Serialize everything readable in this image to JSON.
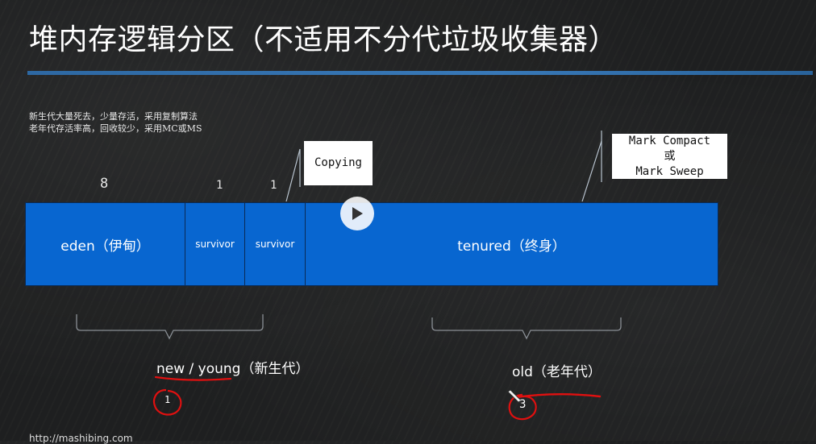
{
  "title": "堆内存逻辑分区（不适用不分代垃圾收集器）",
  "notes": [
    "新生代大量死去，少量存活，采用复制算法",
    "老年代存活率高，回收较少，采用MC或MS"
  ],
  "segments": {
    "eden": {
      "label": "eden（伊甸）",
      "ratio": "8"
    },
    "survivor1": {
      "label": "survivor",
      "ratio": "1"
    },
    "survivor2": {
      "label": "survivor",
      "ratio": "1"
    },
    "tenured": {
      "label": "tenured（终身）"
    }
  },
  "callouts": {
    "copying": "Copying",
    "mark_compact": [
      "Mark Compact",
      "或",
      "Mark Sweep"
    ]
  },
  "captions": {
    "young": "new / young（新生代）",
    "old": "old（老年代）"
  },
  "annotations": {
    "young_ratio": "1",
    "old_ratio": "3"
  },
  "footer_url": "http://mashibing.com",
  "colors": {
    "partition_blue": "#0866d0",
    "annotation_red": "#e01010",
    "title_rule_blue": "#3a82c8"
  },
  "icons": [
    "play-icon",
    "pencil-cursor-icon"
  ]
}
